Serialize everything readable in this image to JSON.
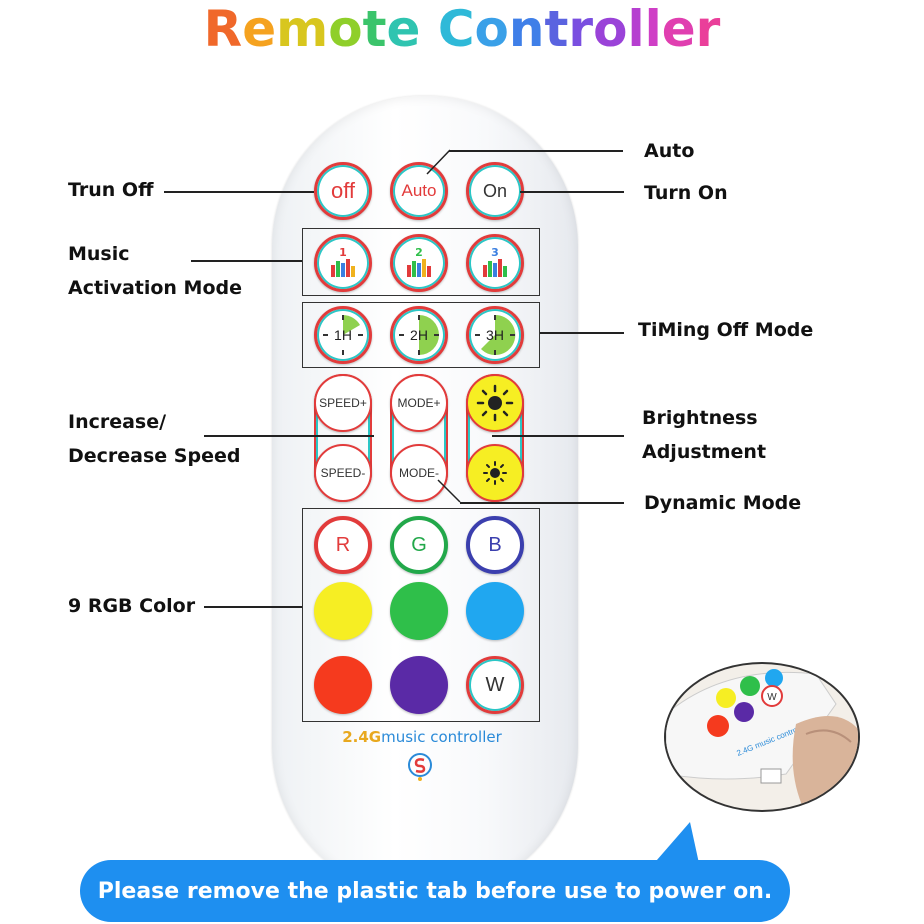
{
  "title": {
    "letters": [
      "R",
      "e",
      "m",
      "o",
      "t",
      "e",
      " ",
      "C",
      "o",
      "n",
      "t",
      "r",
      "o",
      "l",
      "l",
      "e",
      "r"
    ],
    "colors": [
      "#f0682a",
      "#f5a21f",
      "#d8c61e",
      "#8fcf2a",
      "#3bc46b",
      "#2fc4b0",
      "#ffffff",
      "#2fb9d8",
      "#3aa0e8",
      "#3f7fe8",
      "#5a63e0",
      "#7a4fe0",
      "#9a43d8",
      "#b63fd0",
      "#cf3fc6",
      "#e03fb0",
      "#ea3f9a"
    ]
  },
  "labels": {
    "turn_off": "Trun Off",
    "auto": "Auto",
    "turn_on": "Turn On",
    "music_1": "Music",
    "music_2": "Activation Mode",
    "timing": "TiMing Off Mode",
    "speed_1": "Increase/",
    "speed_2": "Decrease Speed",
    "brightness_1": "Brightness",
    "brightness_2": "Adjustment",
    "dynamic": "Dynamic Mode",
    "rgb": "9 RGB Color"
  },
  "buttons": {
    "off": "off",
    "auto": "Auto",
    "on": "On",
    "music": [
      "1",
      "2",
      "3"
    ],
    "timer": [
      "1H",
      "2H",
      "3H"
    ],
    "speed_plus": "SPEED+",
    "speed_minus": "SPEED-",
    "mode_plus": "MODE+",
    "mode_minus": "MODE-",
    "r": "R",
    "g": "G",
    "b": "B",
    "w": "W"
  },
  "colors": {
    "red_ring": "#e23b3b",
    "green_ring": "#22a84a",
    "blue_ring": "#3b3fae",
    "yellow": "#f6ee23",
    "green": "#2fbf4a",
    "sky": "#20a7f0",
    "red": "#f53a1e",
    "purple": "#5a2aa6",
    "banner": "#1e8ff0"
  },
  "brand": {
    "model_24g": "2.4G",
    "model_rest": "music controller"
  },
  "inset": {
    "w": "W",
    "brand": "2.4G music controller"
  },
  "footer": "Please remove the plastic tab before use to power on."
}
